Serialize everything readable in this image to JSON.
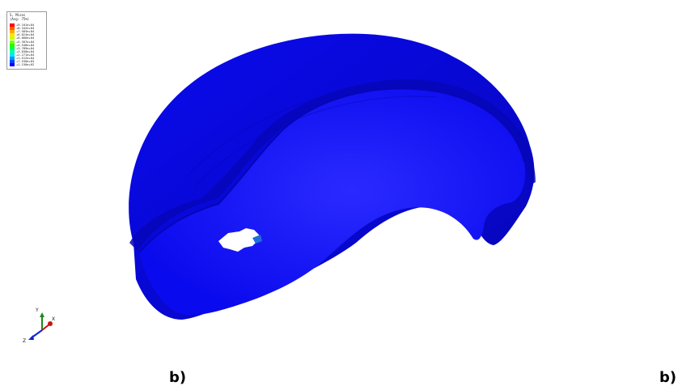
{
  "legend": {
    "title_line1": "S, Mises",
    "title_line2": "(Avg: 75%)",
    "entries": [
      {
        "value": "+9.101e+04",
        "color": "#ff0000"
      },
      {
        "value": "+8.342e+04",
        "color": "#ff5a00"
      },
      {
        "value": "+7.583e+04",
        "color": "#ffaa00"
      },
      {
        "value": "+6.824e+04",
        "color": "#ffe600"
      },
      {
        "value": "+6.066e+04",
        "color": "#ccff00"
      },
      {
        "value": "+5.307e+04",
        "color": "#7dff00"
      },
      {
        "value": "+4.548e+04",
        "color": "#1eff00"
      },
      {
        "value": "+3.789e+04",
        "color": "#00ff50"
      },
      {
        "value": "+3.030e+04",
        "color": "#00ffb0"
      },
      {
        "value": "+2.271e+04",
        "color": "#00e6ff"
      },
      {
        "value": "+1.512e+04",
        "color": "#0096ff"
      },
      {
        "value": "+7.530e+03",
        "color": "#0046ff"
      },
      {
        "value": "+1.150e+02",
        "color": "#0000ff"
      }
    ]
  },
  "triad": {
    "y_label": "Y",
    "x_label": "X",
    "z_label": "Z"
  },
  "model": {
    "primary_color": "#0a0aee",
    "shade_color": "#0606b8",
    "highlight_color": "#2a2aff",
    "hotspot_color": "#1e6fd6"
  },
  "captions": {
    "left": "b)",
    "right": "b)"
  }
}
